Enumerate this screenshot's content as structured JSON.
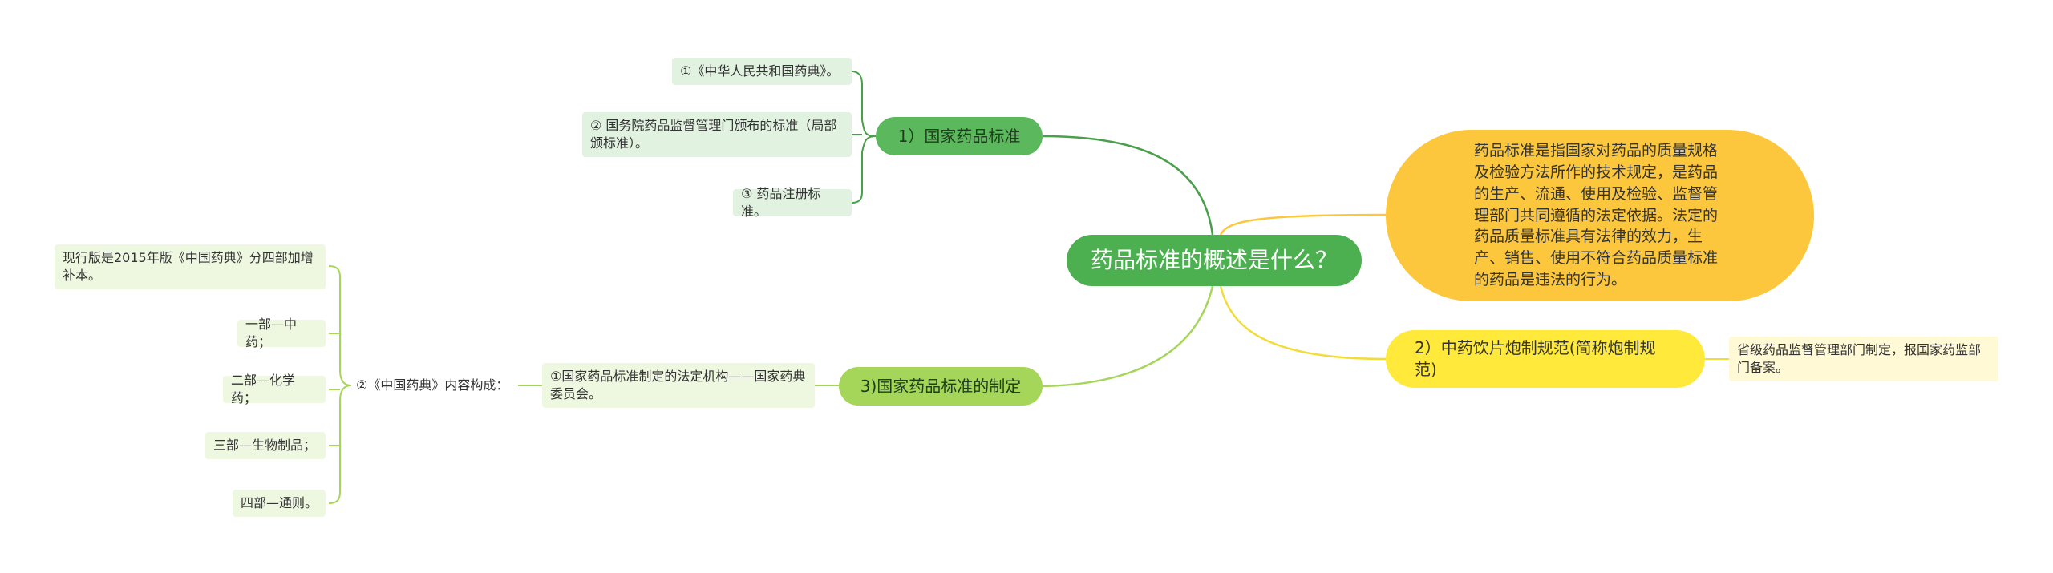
{
  "root": {
    "label": "药品标准的概述是什么？"
  },
  "definition": {
    "text": "药品标准是指国家对药品的质量规格及检验方法所作的技术规定，是药品的生产、流通、使用及检验、监督管理部门共同遵循的法定依据。法定的药品质量标准具有法律的效力，生产、销售、使用不符合药品质量标准的药品是违法的行为。"
  },
  "branch_national": {
    "label": "1）国家药品标准",
    "children": [
      "①《中华人民共和国药典》。",
      "② 国务院药品监督管理门颁布的标准（局部颁标准）。",
      "③ 药品注册标准。"
    ]
  },
  "branch_herbal": {
    "label": "2）中药饮片炮制规范(简称炮制规范)",
    "note": "省级药品监督管理部门制定，报国家药监部门备案。"
  },
  "branch_making": {
    "label": "3)国家药品标准的制定",
    "child": "①国家药品标准制定的法定机构——国家药典委员会。",
    "sub": {
      "label": "②《中国药典》内容构成：",
      "items": [
        "现行版是2015年版《中国药典》分四部加增补本。",
        "一部—中药；",
        "二部—化学药；",
        "三部—生物制品；",
        "四部—通则。"
      ]
    }
  },
  "colors": {
    "center": "#4caf50",
    "national": "#5cb85c",
    "making": "#a5d65a",
    "herbal": "#ffe93a",
    "definition": "#fcc73c"
  }
}
